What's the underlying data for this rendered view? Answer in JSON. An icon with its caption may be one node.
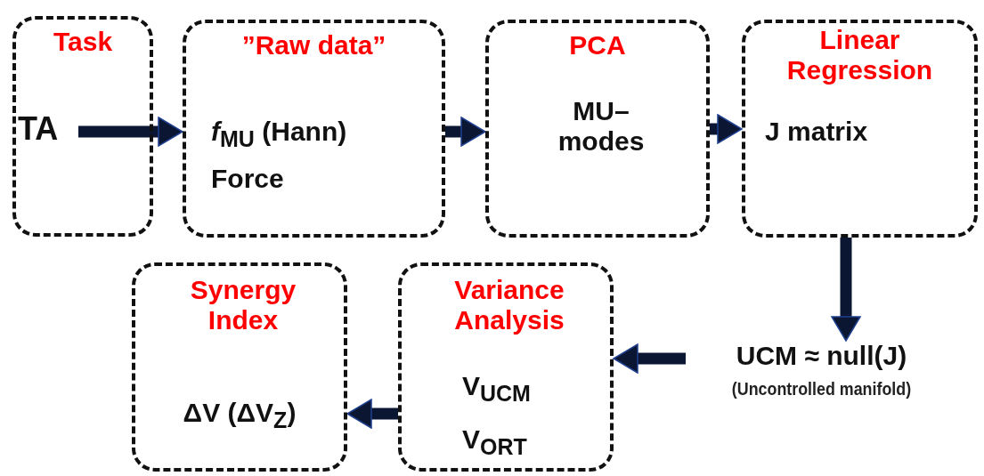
{
  "diagram": {
    "nodes": [
      {
        "text": [
          "Task"
        ]
      },
      {
        "text": [
          "TA"
        ],
        "in": 0
      },
      {
        "text": [
          "”Raw data”",
          "*f*$_{MU}$ (Hann)",
          "Force"
        ]
      },
      {
        "text": [
          "PCA",
          "MU– modes"
        ]
      },
      {
        "text": [
          "Linear Regression",
          "J matrix"
        ]
      },
      {
        "text": [
          "UCM ≈ null(J)"
        ],
        "beside": [
          "(Uncontrolled manifold)"
        ]
      },
      {
        "text": [
          "Synergy Index",
          "ΔV (ΔV$_{Z}$)"
        ]
      },
      {
        "text": [
          "Variance Analysis",
          "V$_{UCM}$",
          "V$_{ORT}$"
        ]
      }
    ],
    "edges": [
      {
        "from": 1,
        "to": 2,
        "arrow": "to"
      },
      {
        "from": 2,
        "to": 3,
        "arrow": "to"
      },
      {
        "from": 3,
        "to": 4,
        "arrow": "to"
      },
      {
        "from": 4,
        "to": 5,
        "arrow": "to"
      },
      {
        "from": 5,
        "to": 7,
        "arrow": "to"
      },
      {
        "from": 7,
        "to": 6,
        "arrow": "to"
      }
    ]
  }
}
